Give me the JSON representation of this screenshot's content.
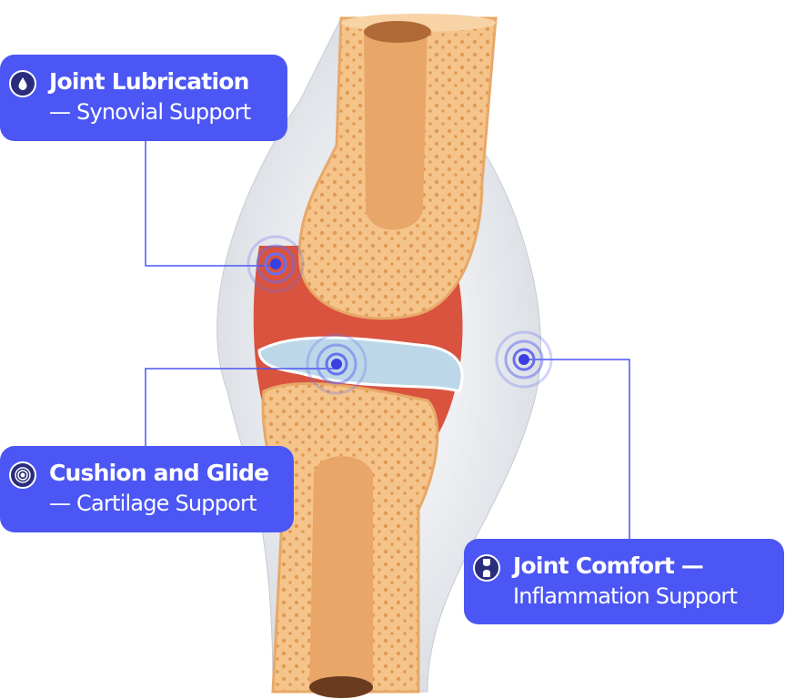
{
  "callouts": [
    {
      "icon": "droplet-icon",
      "title": "Joint Lubrication",
      "subtitle": "— Synovial Support"
    },
    {
      "icon": "target-rings-icon",
      "title": "Cushion and Glide",
      "subtitle": "— Cartilage Support"
    },
    {
      "icon": "joint-bone-icon",
      "title": "Joint Comfort —",
      "subtitle": "Inflammation Support"
    }
  ],
  "colors": {
    "callout": "#4b56f4",
    "icon_bg": "#2a2d7c",
    "bone": "#f2b878",
    "cartilage": "#d9534a",
    "fluid": "#b8d6e6"
  }
}
